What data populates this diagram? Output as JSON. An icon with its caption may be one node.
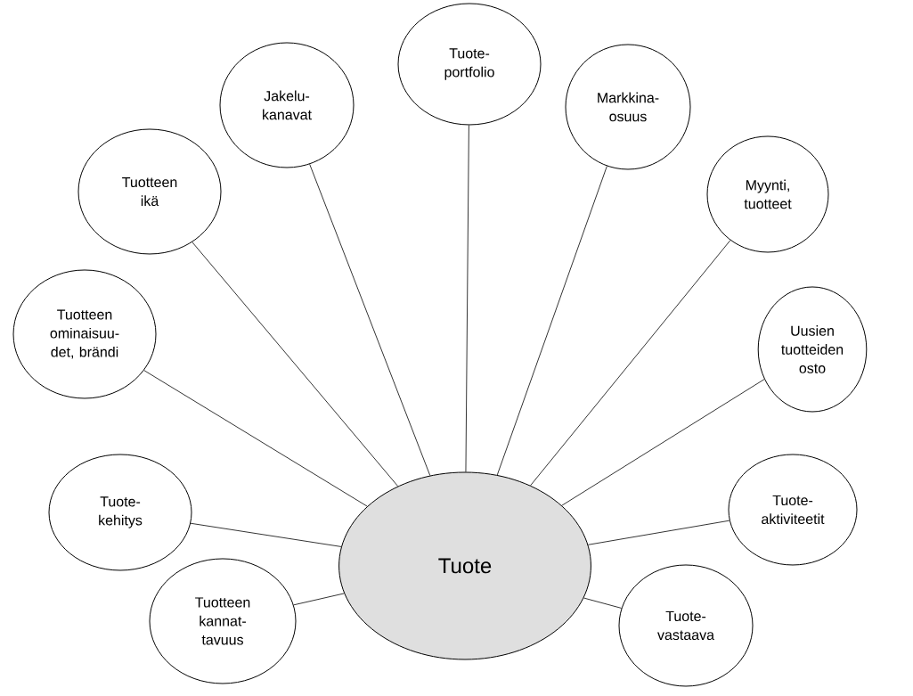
{
  "diagram": {
    "nodes": [
      {
        "text": [
          "Tuote"
        ]
      },
      {
        "text": [
          "Tuote- kehitys"
        ]
      },
      {
        "text": [
          "Tuotteen ominaisuu- det, brändi"
        ]
      },
      {
        "text": [
          "Tuotteen ikä"
        ]
      },
      {
        "text": [
          "Jakelu- kanavat"
        ]
      },
      {
        "text": [
          "Tuote- portfolio"
        ]
      },
      {
        "text": [
          "Markkina- osuus"
        ]
      },
      {
        "text": [
          "Myynti, tuotteet"
        ]
      },
      {
        "text": [
          "Uusien tuotteiden osto"
        ]
      },
      {
        "text": [
          "Tuote- aktiviteetit"
        ]
      },
      {
        "text": [
          "Tuote- vastaava"
        ]
      },
      {
        "text": [
          "Tuotteen kannat- tavuus"
        ]
      }
    ],
    "edges": [
      {
        "from": 0,
        "to": 1,
        "arrow": "none"
      },
      {
        "from": 0,
        "to": 2,
        "arrow": "none"
      },
      {
        "from": 0,
        "to": 3,
        "arrow": "none"
      },
      {
        "from": 0,
        "to": 4,
        "arrow": "none"
      },
      {
        "from": 0,
        "to": 5,
        "arrow": "none"
      },
      {
        "from": 0,
        "to": 6,
        "arrow": "none"
      },
      {
        "from": 0,
        "to": 7,
        "arrow": "none"
      },
      {
        "from": 0,
        "to": 8,
        "arrow": "none"
      },
      {
        "from": 0,
        "to": 9,
        "arrow": "none"
      },
      {
        "from": 0,
        "to": 10,
        "arrow": "none"
      },
      {
        "from": 0,
        "to": 11,
        "arrow": "none"
      }
    ]
  }
}
